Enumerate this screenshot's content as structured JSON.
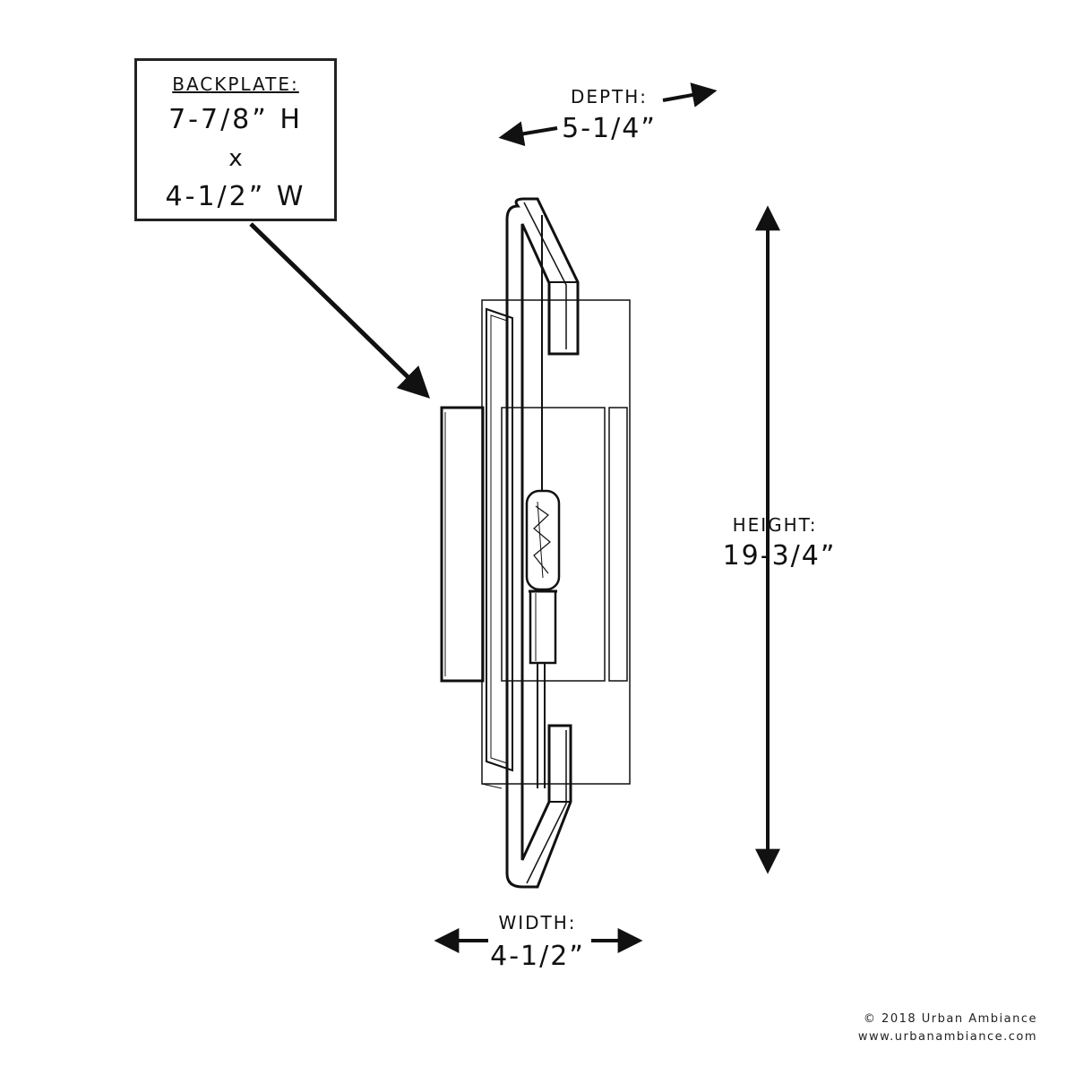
{
  "backplate": {
    "caption": "BACKPLATE:",
    "height_value": "7-7/8” H",
    "separator": "x",
    "width_value": "4-1/2” W"
  },
  "depth": {
    "caption": "DEPTH:",
    "value": "5-1/4”"
  },
  "height": {
    "caption": "HEIGHT:",
    "value": "19-3/4”"
  },
  "width": {
    "caption": "WIDTH:",
    "value": "4-1/2”"
  },
  "footer": {
    "copyright": "© 2018 Urban Ambiance",
    "website": "www.urbanambiance.com"
  }
}
